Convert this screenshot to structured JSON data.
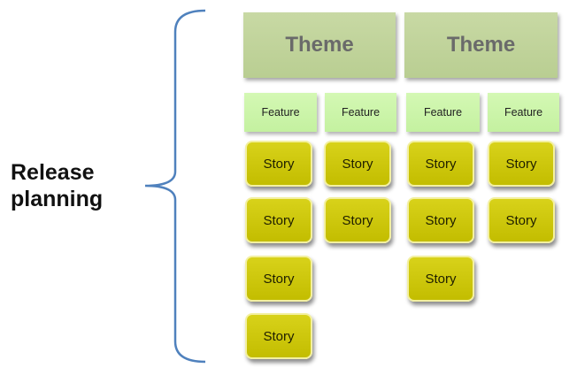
{
  "label_lines": [
    "Release",
    "planning"
  ],
  "colors": {
    "brace": "#4f81bd",
    "theme": "#c2d59b",
    "feature": "#ccf5ab",
    "story": "#cdc70b"
  },
  "themes": [
    {
      "label": "Theme"
    },
    {
      "label": "Theme"
    }
  ],
  "features": [
    {
      "label": "Feature"
    },
    {
      "label": "Feature"
    },
    {
      "label": "Feature"
    },
    {
      "label": "Feature"
    }
  ],
  "stories": [
    {
      "label": "Story"
    },
    {
      "label": "Story"
    },
    {
      "label": "Story"
    },
    {
      "label": "Story"
    },
    {
      "label": "Story"
    },
    {
      "label": "Story"
    },
    {
      "label": "Story"
    },
    {
      "label": "Story"
    },
    {
      "label": "Story"
    },
    {
      "label": "Story"
    },
    {
      "label": "Story"
    }
  ]
}
